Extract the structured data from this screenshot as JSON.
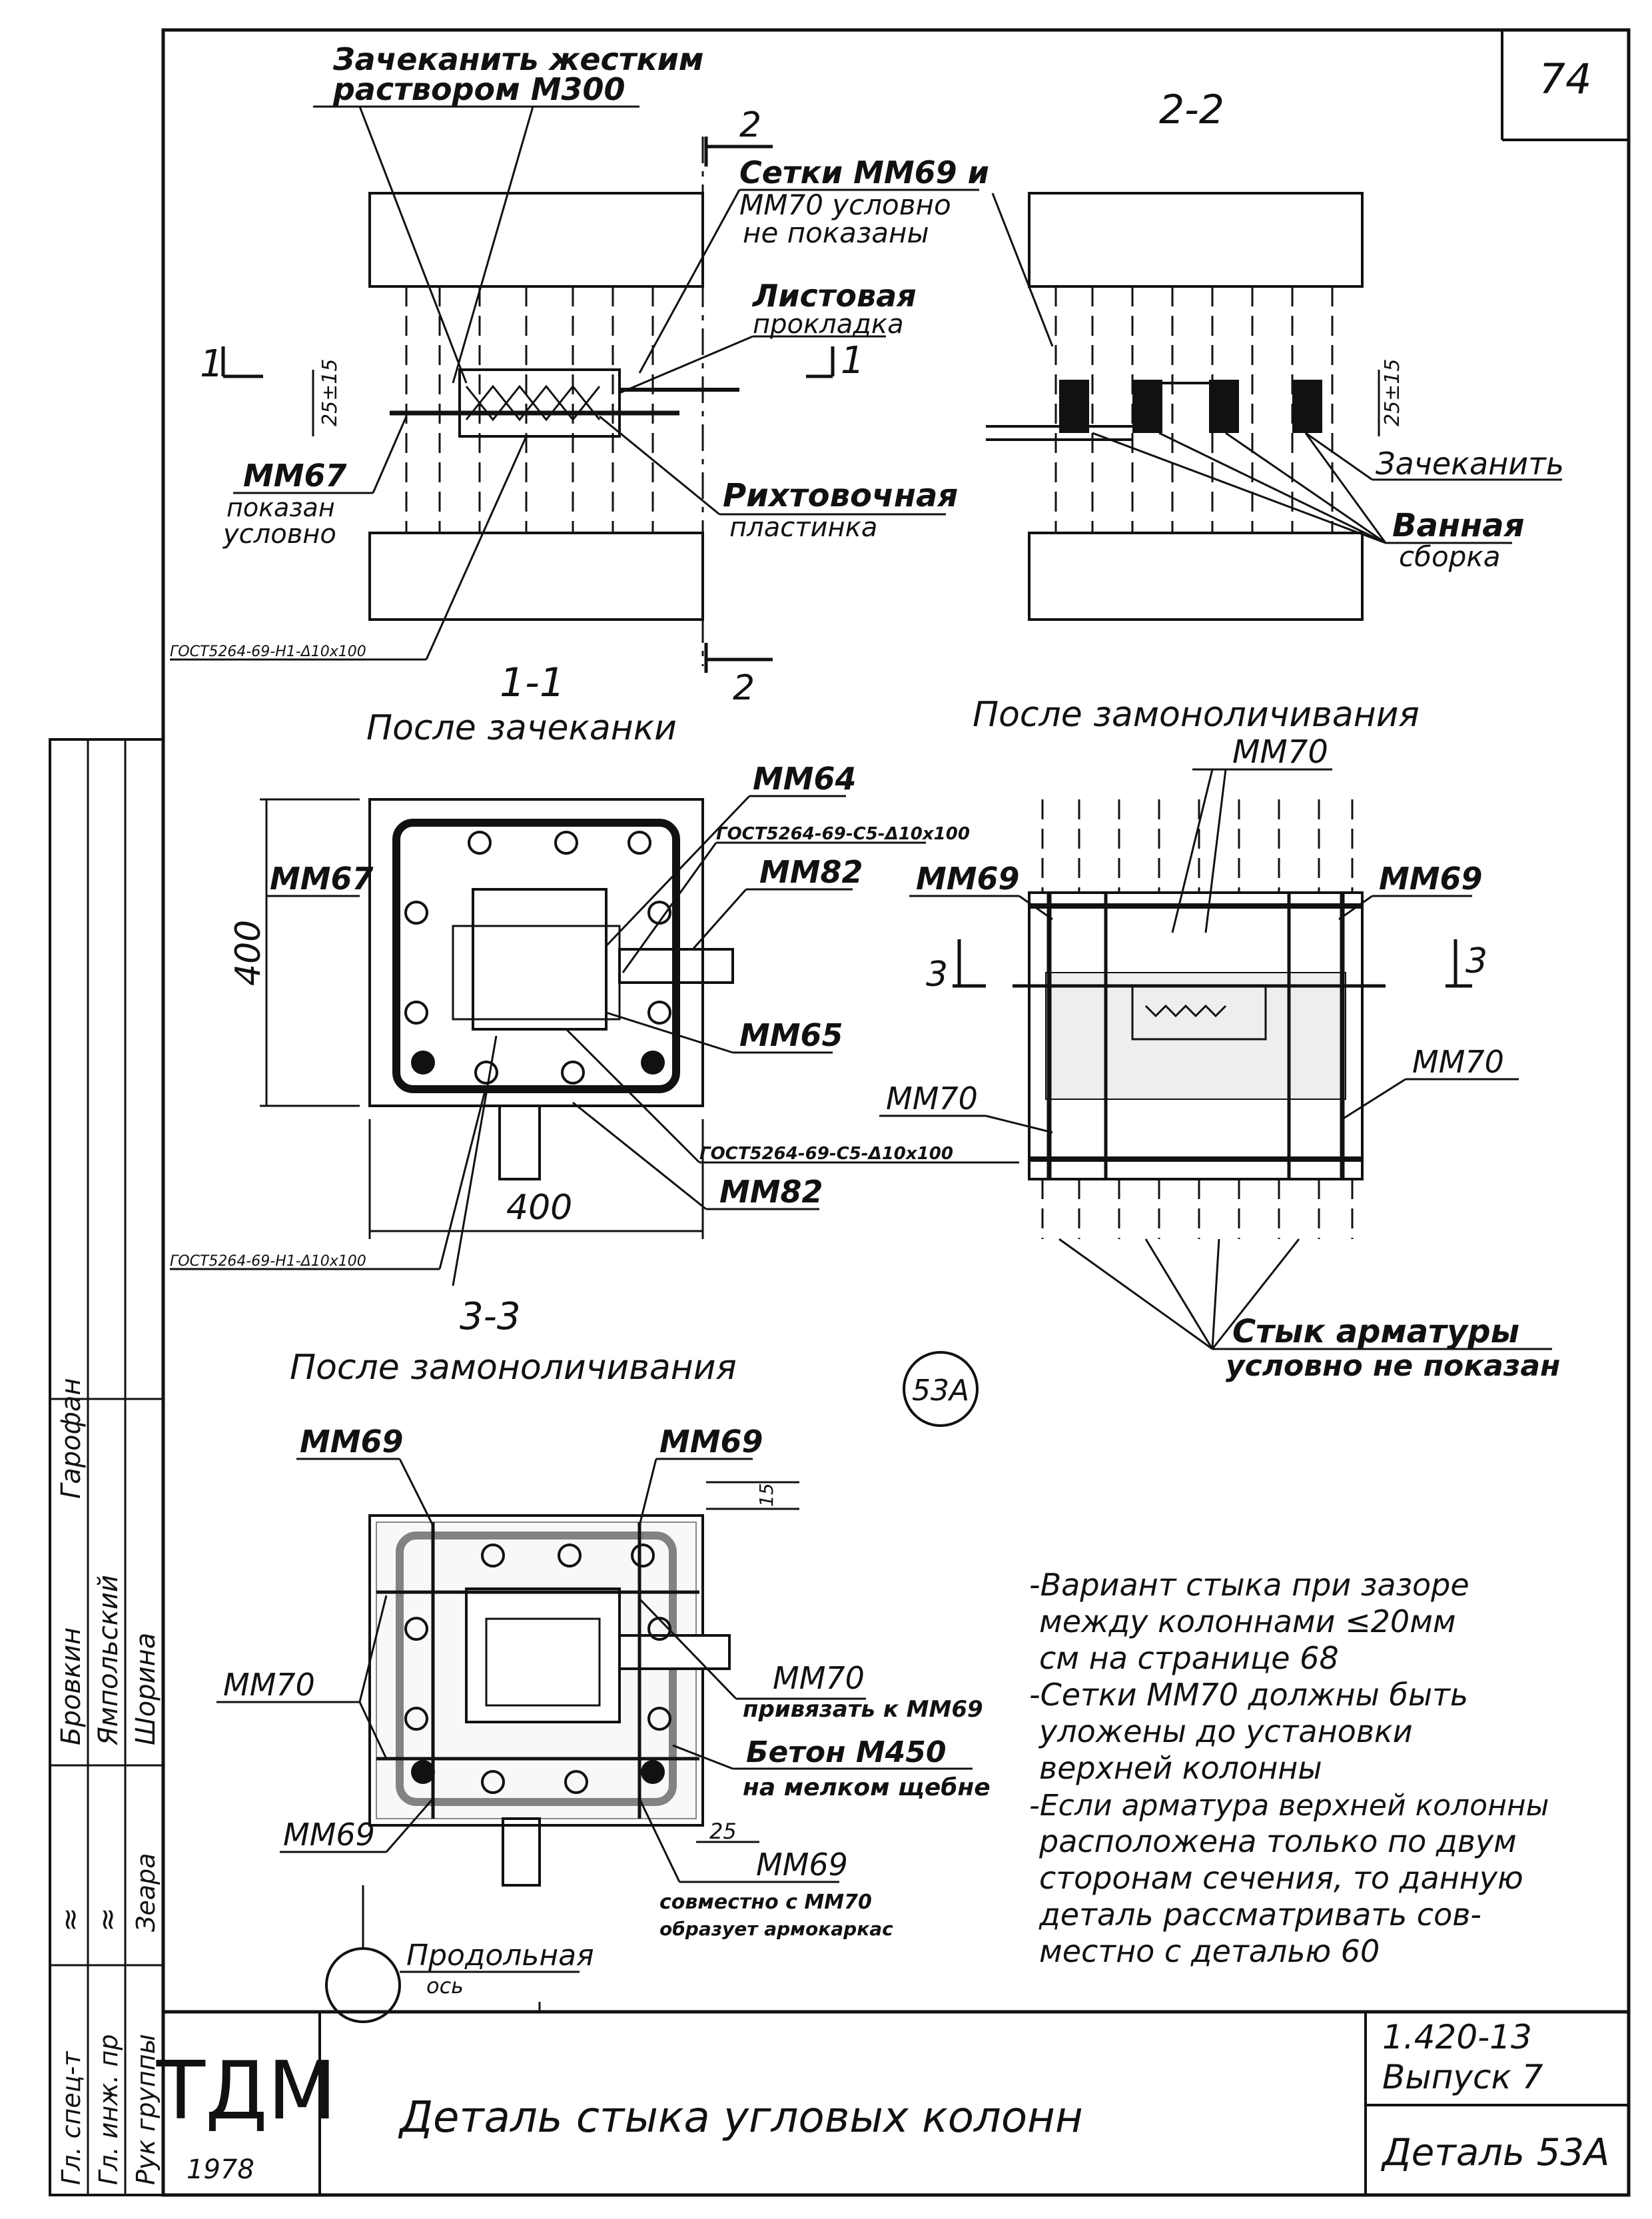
{
  "page_number": "74",
  "section_1_1": {
    "note_caulk": [
      "Зачеканить жестким",
      "раствором М300"
    ],
    "note_meshes": [
      "Сетки ММ69 и",
      "ММ70 условно",
      "не показаны"
    ],
    "note_sheet_pad": [
      "Листовая",
      "прокладка"
    ],
    "dim_gap": "25±15",
    "note_mm67": [
      "ММ67",
      "показан",
      "условно"
    ],
    "note_shim": [
      "Рихтовочная",
      "пластинка"
    ],
    "note_gost": "ГОСТ5264-69-Н1-Δ10х100",
    "cut_mark": "1",
    "cut_mark_2": "2",
    "cut_mark_2_bottom": "2",
    "title": "1-1",
    "caption": "После зачеканки"
  },
  "section_2_2": {
    "title": "2-2",
    "dim_gap": "25±15",
    "note_caulk": "Зачеканить",
    "note_weld": [
      "Ванная",
      "сборка"
    ],
    "caption": "После замоноличивания"
  },
  "plan_view": {
    "label_mm64": "ММ64",
    "label_gost_top": "ГОСТ5264-69-С5-Δ10х100",
    "label_mm82_top": "ММ82",
    "label_mm67": "ММ67",
    "dim_height": "400",
    "label_mm65": "ММ65",
    "label_gost_mid": "ГОСТ5264-69-С5-Δ10х100",
    "label_mm82_bottom": "ММ82",
    "dim_width": "400",
    "label_gost_bottom": "ГОСТ5264-69-Н1-Δ10х100"
  },
  "elevation_view": {
    "label_mm70_top": "ММ70",
    "label_mm69_left": "ММ69",
    "label_mm69_right": "ММ69",
    "cut_mark": "3",
    "cut_mark_right": "3",
    "label_mm70_left": "ММ70",
    "label_mm70_right": "ММ70",
    "note_joint": [
      "Стык арматуры",
      "условно не показан"
    ]
  },
  "section_3_3": {
    "title": "3-3",
    "caption": "После замоноличивания",
    "detail_circle": "53А",
    "label_mm69_tl": "ММ69",
    "label_mm69_tr": "ММ69",
    "dim_small": "15",
    "label_mm70_left": "ММ70",
    "label_mm70_right": "ММ70",
    "note_tie": "привязать к ММ69",
    "note_concrete": [
      "Бетон М450",
      "на мелком щебне"
    ],
    "dim_25": "25",
    "label_mm69_bl": "ММ69",
    "label_mm69_br": "ММ69",
    "note_cage": [
      "совместно с ММ70",
      "образует армокаркас"
    ],
    "note_axis": [
      "Продольная",
      "ось"
    ]
  },
  "notes": [
    "-Вариант стыка при зазоре",
    "между колоннами ≤20мм",
    "см на странице 68",
    "-Сетки ММ70 должны быть",
    "уложены до установки",
    "верхней колонны",
    "-Если арматура верхней колонны",
    "расположена только по двум",
    "сторонам сечения, то данную",
    "деталь рассматривать сов-",
    "местно с деталью 60"
  ],
  "side_stamp": {
    "rows": [
      {
        "role": "Гл. спец-т",
        "name": "Бровкин",
        "sign": "≈"
      },
      {
        "role": "Гл. инж. пр",
        "name": "Ямпольский",
        "sign": "≈"
      },
      {
        "role": "Рук группы",
        "name": "Шорина",
        "sign": "Зеара"
      }
    ],
    "extra": "Гарофан"
  },
  "title_block": {
    "logo": "ТДМ",
    "year": "1978",
    "title": "Деталь стыка угловых колонн",
    "series": "1.420-13",
    "issue": "Выпуск 7",
    "detail": "Деталь 53А"
  }
}
